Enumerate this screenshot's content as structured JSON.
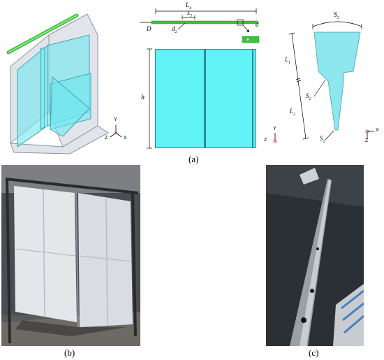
{
  "panel_a": {
    "caption": "(a)",
    "top_view_labels": {
      "length_total": "L",
      "length_total_sub": "4",
      "length_seg": "L",
      "length_seg_sub": "3",
      "diameter_outer": "D",
      "diameter_hole": "d",
      "diameter_hole_sub": "2",
      "diameter_tip": "d"
    },
    "front_view_labels": {
      "height": "h"
    },
    "side_view_labels": {
      "s1": "S",
      "s1_sub": "1",
      "s2": "S",
      "s2_sub": "2",
      "s3": "S",
      "s3_sub": "3",
      "l1": "L",
      "l1_sub": "1",
      "l2": "L",
      "l2_sub": "2"
    },
    "axes_iso": {
      "y": "Y",
      "z": "Z",
      "x": "X"
    },
    "axes_front": {
      "y": "Y",
      "z": "Z"
    },
    "axes_side": {
      "x": "X",
      "z": "Z"
    }
  },
  "panel_b": {
    "caption": "(b)"
  },
  "panel_c": {
    "caption": "(c)"
  },
  "colors": {
    "sheet_fill": "#5ff2f6",
    "sheet_translucent": "#8ee6ee",
    "pipe_green": "#3fbf3f",
    "frame_gray": "#b8c0c8",
    "photo_bg_b": "#3a3a3a",
    "photo_bg_c": "#2f3438"
  }
}
